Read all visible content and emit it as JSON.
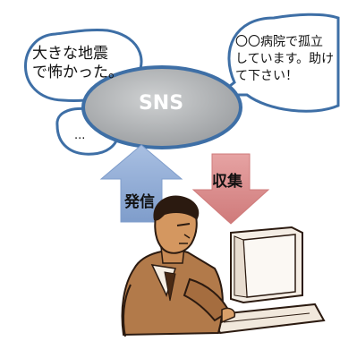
{
  "sns": {
    "label": "SNS"
  },
  "bubbles": {
    "left_top": {
      "lines": [
        "大きな地震",
        "で怖かった。"
      ]
    },
    "left_bottom": {
      "text": "..."
    },
    "right": {
      "lines": [
        "〇〇病院で孤立",
        "しています。助け",
        "て下さい！"
      ]
    }
  },
  "arrows": {
    "send": {
      "label": "発信",
      "color": "#8eaad4"
    },
    "collect": {
      "label": "収集",
      "color": "#d88a8a"
    }
  },
  "colors": {
    "hub_fill": "#a9acae",
    "hub_stroke": "#3e6fa6",
    "bubble_stroke": "#3e6fa6"
  },
  "figure": {
    "icon": "person-at-computer-icon"
  }
}
